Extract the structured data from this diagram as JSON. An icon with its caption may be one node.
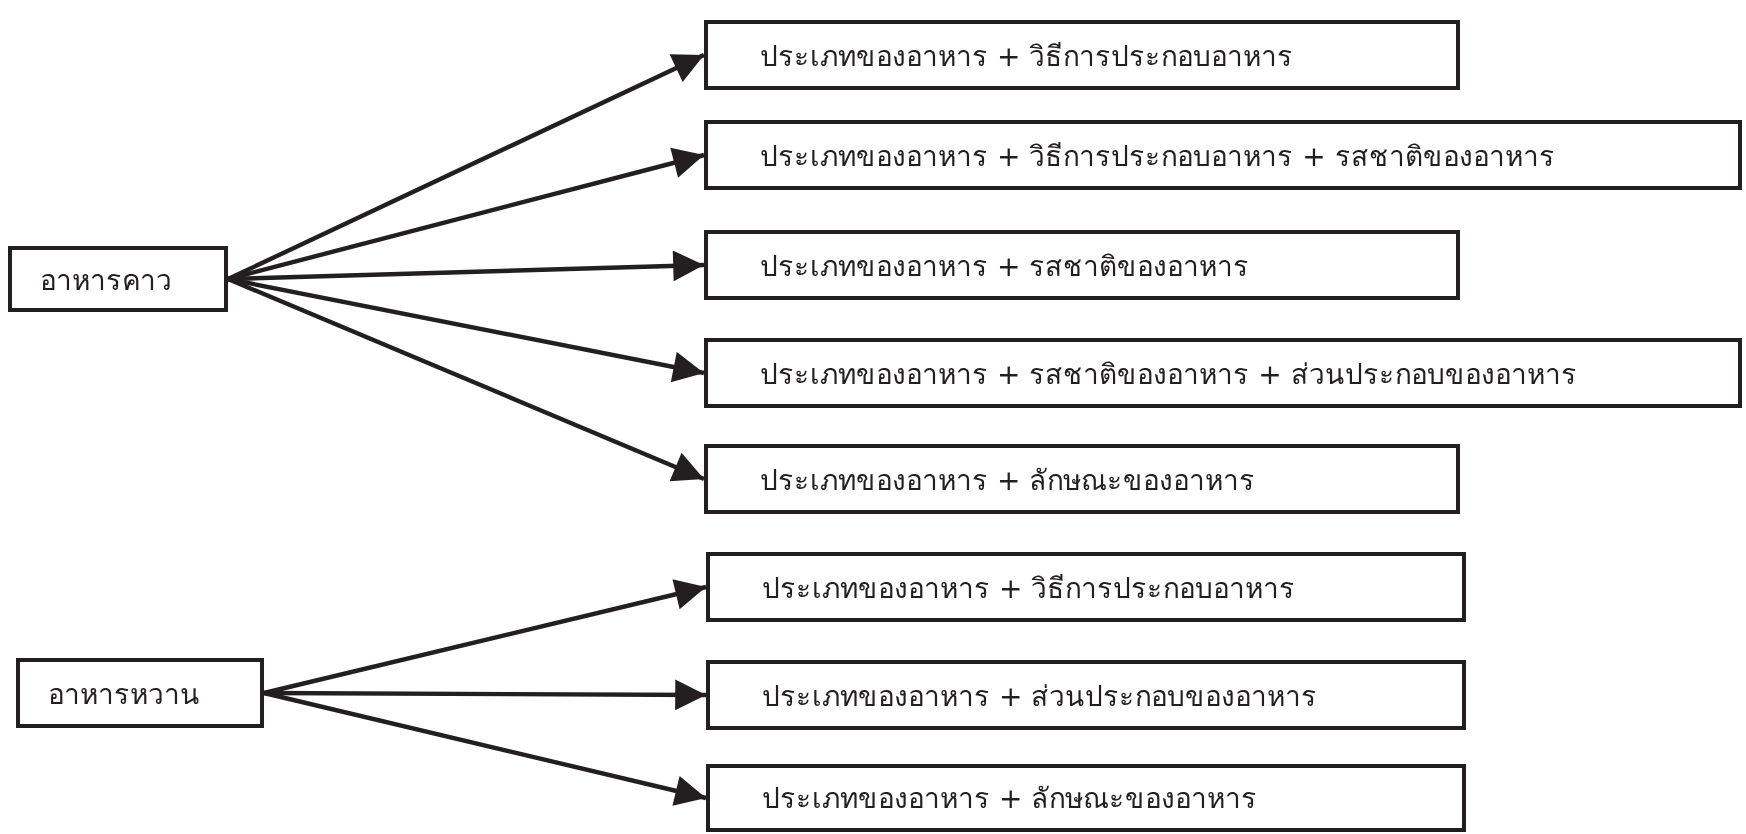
{
  "diagram": {
    "nodes": [
      {
        "text": [
          "อาหารคาว"
        ]
      },
      {
        "text": [
          "ประเภทของอาหาร + วิธีการประกอบอาหาร"
        ]
      },
      {
        "text": [
          "ประเภทของอาหาร + วิธีการประกอบอาหาร + รสชาติของอาหาร"
        ]
      },
      {
        "text": [
          "ประเภทของอาหาร + รสชาติของอาหาร"
        ]
      },
      {
        "text": [
          "ประเภทของอาหาร + รสชาติของอาหาร + ส่วนประกอบของอาหาร"
        ]
      },
      {
        "text": [
          "ประเภทของอาหาร + ลักษณะของอาหาร"
        ]
      },
      {
        "text": [
          "อาหารหวาน"
        ]
      },
      {
        "text": [
          "ประเภทของอาหาร + วิธีการประกอบอาหาร"
        ]
      },
      {
        "text": [
          "ประเภทของอาหาร + ส่วนประกอบของอาหาร"
        ]
      },
      {
        "text": [
          "ประเภทของอาหาร + ลักษณะของอาหาร"
        ]
      }
    ],
    "edges": [
      {
        "from": 0,
        "to": 1,
        "arrow": "to"
      },
      {
        "from": 0,
        "to": 2,
        "arrow": "to"
      },
      {
        "from": 0,
        "to": 3,
        "arrow": "to"
      },
      {
        "from": 0,
        "to": 4,
        "arrow": "to"
      },
      {
        "from": 0,
        "to": 5,
        "arrow": "to"
      },
      {
        "from": 6,
        "to": 7,
        "arrow": "to"
      },
      {
        "from": 6,
        "to": 8,
        "arrow": "to"
      },
      {
        "from": 6,
        "to": 9,
        "arrow": "to"
      }
    ]
  }
}
